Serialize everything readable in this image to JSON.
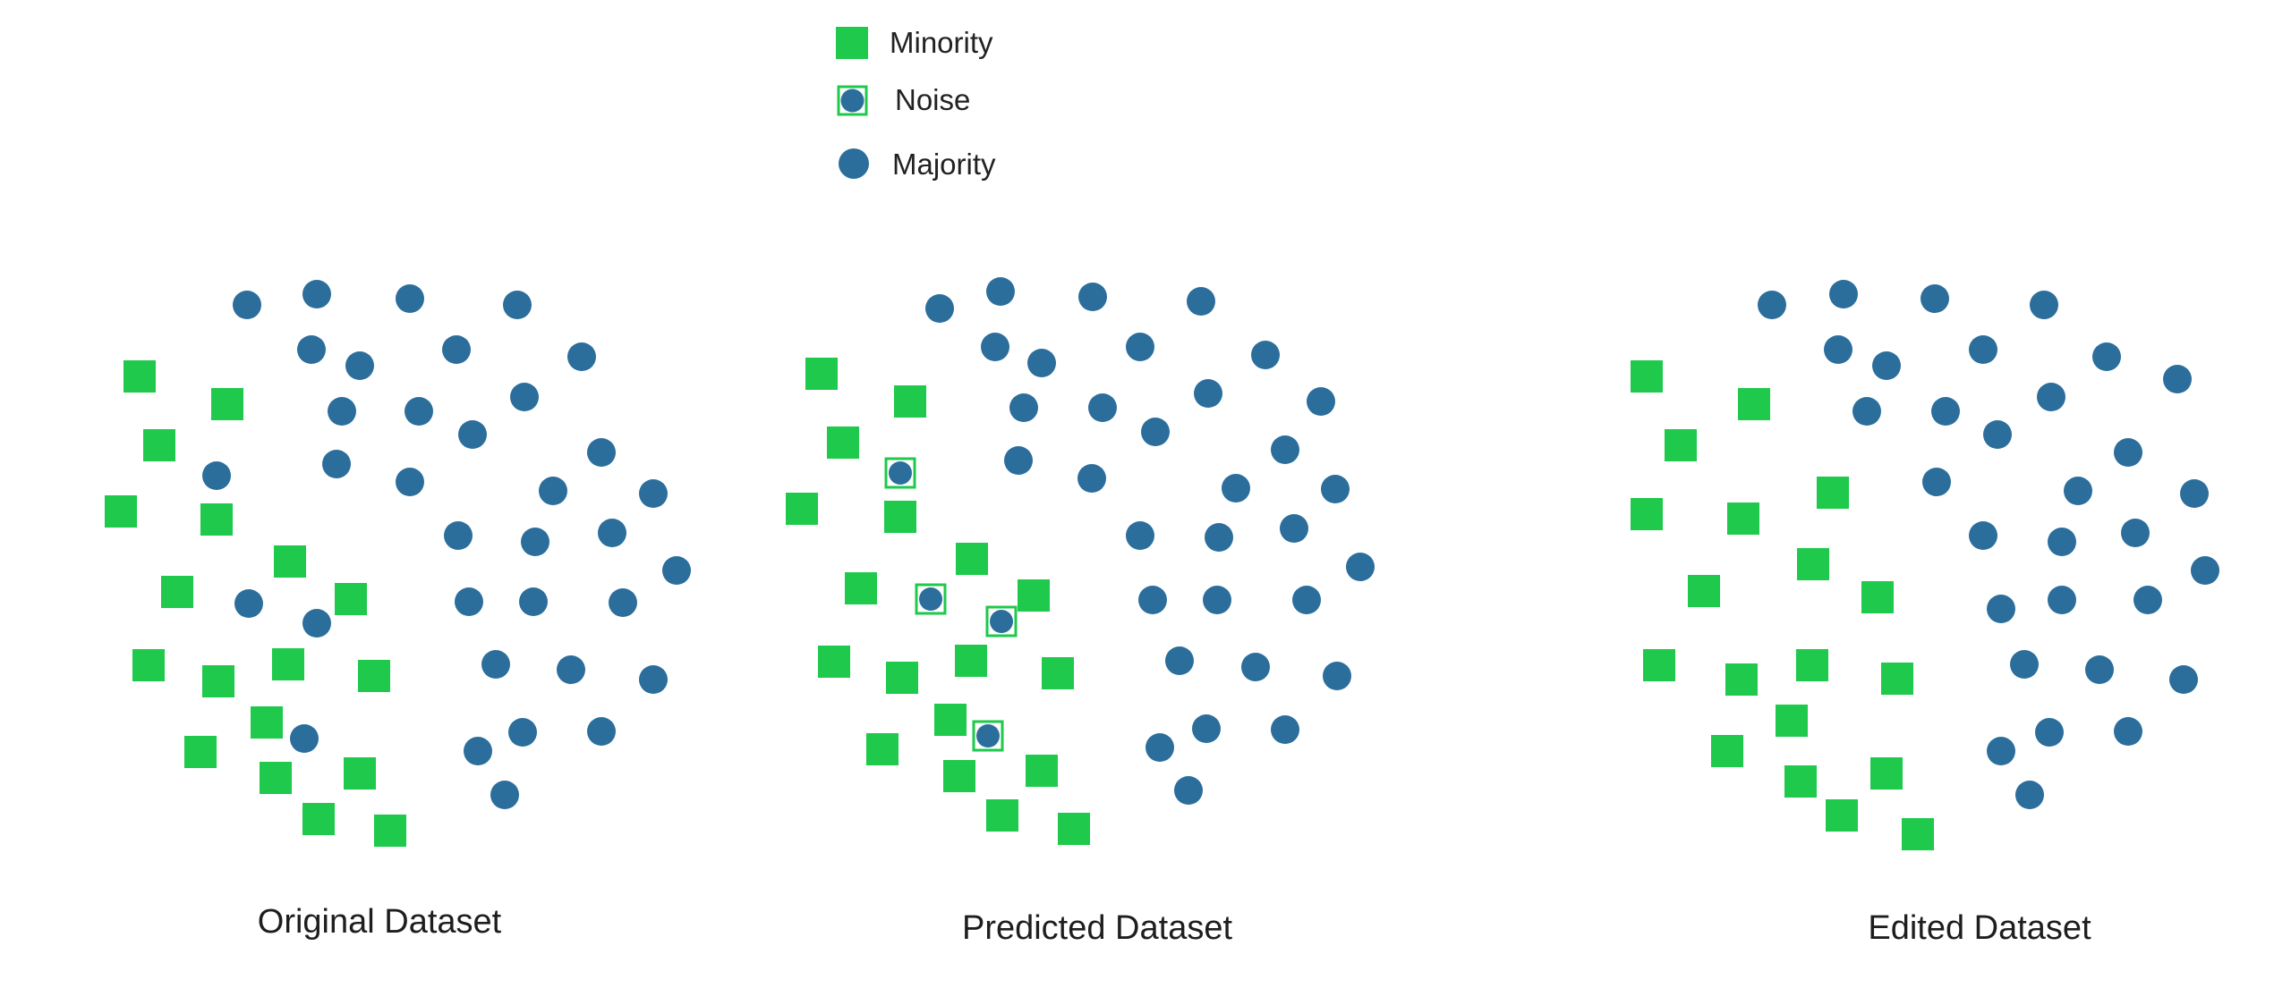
{
  "colors": {
    "minority": "#1ec94b",
    "majority": "#2b6e9c",
    "noise_border": "#1ec94b",
    "text": "#222222"
  },
  "legend": {
    "minority_label": "Minority",
    "noise_label": "Noise",
    "majority_label": "Majority"
  },
  "panels": [
    {
      "caption": "Original Dataset",
      "minority": [
        [
          156,
          421
        ],
        [
          254,
          452
        ],
        [
          178,
          498
        ],
        [
          135,
          572
        ],
        [
          242,
          581
        ],
        [
          324,
          628
        ],
        [
          198,
          662
        ],
        [
          392,
          670
        ],
        [
          166,
          744
        ],
        [
          244,
          762
        ],
        [
          322,
          743
        ],
        [
          418,
          756
        ],
        [
          298,
          808
        ],
        [
          224,
          841
        ],
        [
          308,
          870
        ],
        [
          402,
          865
        ],
        [
          356,
          916
        ],
        [
          436,
          929
        ]
      ],
      "majority": [
        [
          276,
          341
        ],
        [
          354,
          329
        ],
        [
          458,
          334
        ],
        [
          578,
          341
        ],
        [
          348,
          391
        ],
        [
          402,
          409
        ],
        [
          510,
          391
        ],
        [
          650,
          399
        ],
        [
          382,
          460
        ],
        [
          468,
          460
        ],
        [
          586,
          444
        ],
        [
          528,
          486
        ],
        [
          242,
          532
        ],
        [
          376,
          519
        ],
        [
          458,
          539
        ],
        [
          618,
          549
        ],
        [
          672,
          506
        ],
        [
          730,
          552
        ],
        [
          512,
          599
        ],
        [
          598,
          606
        ],
        [
          684,
          596
        ],
        [
          756,
          638
        ],
        [
          278,
          675
        ],
        [
          354,
          697
        ],
        [
          524,
          673
        ],
        [
          596,
          673
        ],
        [
          696,
          674
        ],
        [
          554,
          743
        ],
        [
          638,
          749
        ],
        [
          730,
          760
        ],
        [
          340,
          826
        ],
        [
          584,
          819
        ],
        [
          534,
          840
        ],
        [
          672,
          818
        ],
        [
          564,
          889
        ]
      ],
      "noise": []
    },
    {
      "caption": "Predicted Dataset",
      "minority": [
        [
          918,
          418
        ],
        [
          1017,
          449
        ],
        [
          942,
          495
        ],
        [
          896,
          569
        ],
        [
          1006,
          578
        ],
        [
          1086,
          625
        ],
        [
          962,
          658
        ],
        [
          1155,
          666
        ],
        [
          932,
          740
        ],
        [
          1008,
          758
        ],
        [
          1085,
          739
        ],
        [
          1182,
          753
        ],
        [
          1062,
          805
        ],
        [
          986,
          838
        ],
        [
          1072,
          868
        ],
        [
          1164,
          862
        ],
        [
          1120,
          912
        ],
        [
          1200,
          927
        ]
      ],
      "majority": [
        [
          1050,
          345
        ],
        [
          1118,
          326
        ],
        [
          1221,
          332
        ],
        [
          1342,
          337
        ],
        [
          1112,
          388
        ],
        [
          1164,
          406
        ],
        [
          1274,
          388
        ],
        [
          1414,
          397
        ],
        [
          1144,
          456
        ],
        [
          1232,
          456
        ],
        [
          1350,
          440
        ],
        [
          1291,
          483
        ],
        [
          1476,
          449
        ],
        [
          1138,
          515
        ],
        [
          1220,
          535
        ],
        [
          1436,
          503
        ],
        [
          1381,
          546
        ],
        [
          1492,
          547
        ],
        [
          1274,
          599
        ],
        [
          1362,
          601
        ],
        [
          1446,
          591
        ],
        [
          1520,
          634
        ],
        [
          1288,
          671
        ],
        [
          1360,
          671
        ],
        [
          1460,
          671
        ],
        [
          1318,
          739
        ],
        [
          1403,
          746
        ],
        [
          1494,
          756
        ],
        [
          1296,
          836
        ],
        [
          1348,
          815
        ],
        [
          1436,
          816
        ],
        [
          1328,
          884
        ]
      ],
      "noise": [
        [
          1006,
          529
        ],
        [
          1040,
          670
        ],
        [
          1119,
          695
        ],
        [
          1104,
          823
        ]
      ]
    },
    {
      "caption": "Edited Dataset",
      "minority": [
        [
          1840,
          421
        ],
        [
          1960,
          452
        ],
        [
          1878,
          498
        ],
        [
          1840,
          575
        ],
        [
          1948,
          580
        ],
        [
          2048,
          551
        ],
        [
          2026,
          631
        ],
        [
          1904,
          661
        ],
        [
          2098,
          668
        ],
        [
          1854,
          744
        ],
        [
          1946,
          760
        ],
        [
          2025,
          744
        ],
        [
          2120,
          759
        ],
        [
          2002,
          806
        ],
        [
          1930,
          840
        ],
        [
          2012,
          874
        ],
        [
          2108,
          865
        ],
        [
          2058,
          912
        ],
        [
          2143,
          933
        ]
      ],
      "majority": [
        [
          1980,
          341
        ],
        [
          2060,
          329
        ],
        [
          2162,
          334
        ],
        [
          2284,
          341
        ],
        [
          2054,
          391
        ],
        [
          2108,
          409
        ],
        [
          2216,
          391
        ],
        [
          2354,
          399
        ],
        [
          2086,
          460
        ],
        [
          2174,
          460
        ],
        [
          2292,
          444
        ],
        [
          2433,
          424
        ],
        [
          2232,
          486
        ],
        [
          2378,
          506
        ],
        [
          2164,
          539
        ],
        [
          2322,
          549
        ],
        [
          2452,
          552
        ],
        [
          2216,
          599
        ],
        [
          2304,
          606
        ],
        [
          2386,
          596
        ],
        [
          2464,
          638
        ],
        [
          2236,
          681
        ],
        [
          2304,
          671
        ],
        [
          2400,
          671
        ],
        [
          2262,
          743
        ],
        [
          2346,
          749
        ],
        [
          2440,
          760
        ],
        [
          2236,
          840
        ],
        [
          2290,
          819
        ],
        [
          2378,
          818
        ],
        [
          2268,
          889
        ]
      ],
      "noise": []
    }
  ]
}
